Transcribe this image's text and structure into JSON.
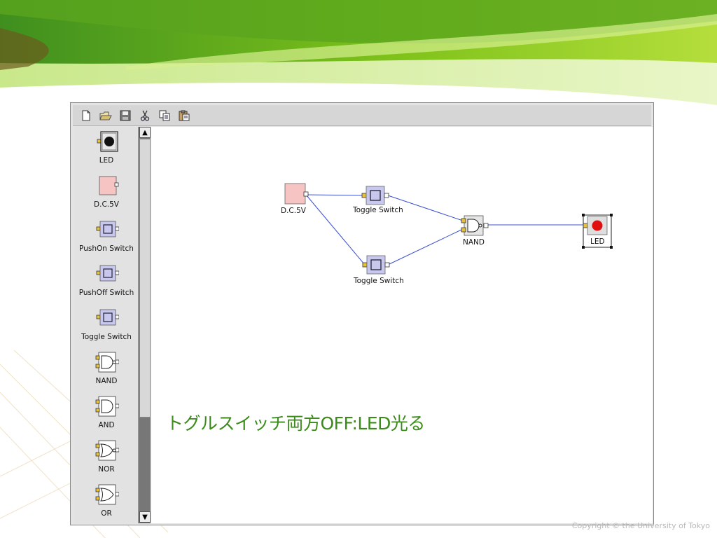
{
  "palette": {
    "items": [
      {
        "label": "LED"
      },
      {
        "label": "D.C.5V"
      },
      {
        "label": "PushOn Switch"
      },
      {
        "label": "PushOff Switch"
      },
      {
        "label": "Toggle Switch"
      },
      {
        "label": "NAND"
      },
      {
        "label": "AND"
      },
      {
        "label": "NOR"
      },
      {
        "label": "OR"
      }
    ]
  },
  "canvas": {
    "dc_label": "D.C.5V",
    "toggle1_label": "Toggle Switch",
    "toggle2_label": "Toggle Switch",
    "nand_label": "NAND",
    "led_label": "LED"
  },
  "caption": "トグルスイッチ両方OFF:LED光る",
  "copyright": "Copyright © the University of Tokyo",
  "icons": {
    "toolbar": [
      "new-file-icon",
      "open-folder-icon",
      "save-icon",
      "cut-icon",
      "copy-icon",
      "paste-icon"
    ]
  },
  "colors": {
    "led_on": "#e01010",
    "wire": "#3c50d0",
    "caption": "#3a8b1a",
    "switch_fill": "#c8c8ef",
    "dc_fill": "#f7c4c4"
  }
}
